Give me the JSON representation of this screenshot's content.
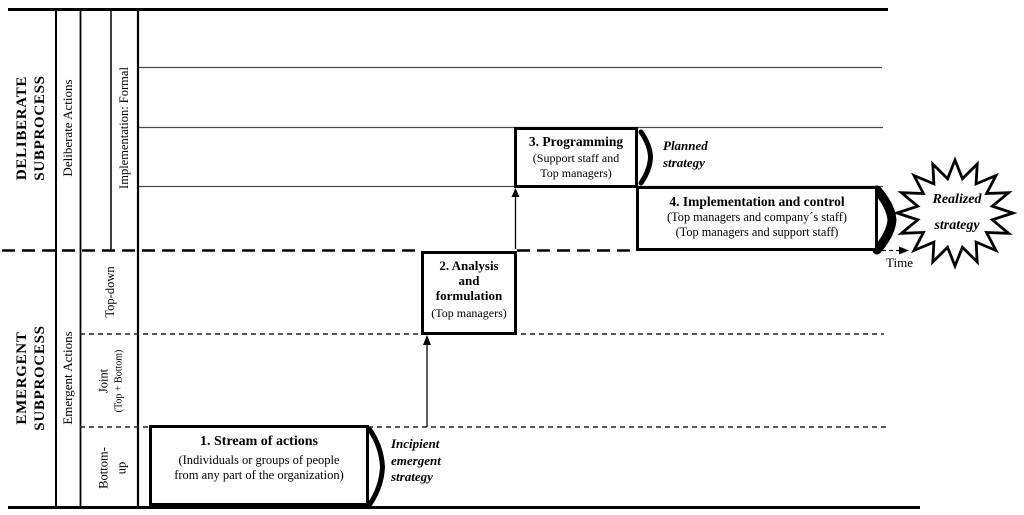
{
  "colors": {
    "ink": "#000000",
    "paper": "#ffffff"
  },
  "sidebar": {
    "deliberate": {
      "title1": "DELIBERATE",
      "title2": "SUBPROCESS",
      "actions": "Deliberate Actions",
      "implementation": "Implementation: Formal"
    },
    "emergent": {
      "title1": "EMERGENT",
      "title2": "SUBPROCESS",
      "actions": "Emergent Actions",
      "row_top": "Top-down",
      "row_mid": "Joint",
      "row_mid_sub": "(Top + Bottom)",
      "row_bottom_1": "Bottom-",
      "row_bottom_2": "up"
    }
  },
  "boxes": {
    "box1": {
      "title": "1. Stream of actions",
      "line1": "(Individuals or groups of people",
      "line2": "from any part of the organization)"
    },
    "box2": {
      "title1": "2. Analysis",
      "title2": "and",
      "title3": "formulation",
      "line1": "(Top managers)"
    },
    "box3": {
      "title": "3. Programming",
      "line1": "(Support staff and",
      "line2": "Top managers)"
    },
    "box4": {
      "title": "4. Implementation and control",
      "line1": "(Top managers and company´s staff)",
      "line2": "(Top managers and support staff)"
    }
  },
  "labels": {
    "incipient1": "Incipient",
    "incipient2": "emergent",
    "incipient3": "strategy",
    "planned1": "Planned",
    "planned2": "strategy",
    "realized1": "Realized",
    "realized2": "strategy",
    "time": "Time"
  }
}
